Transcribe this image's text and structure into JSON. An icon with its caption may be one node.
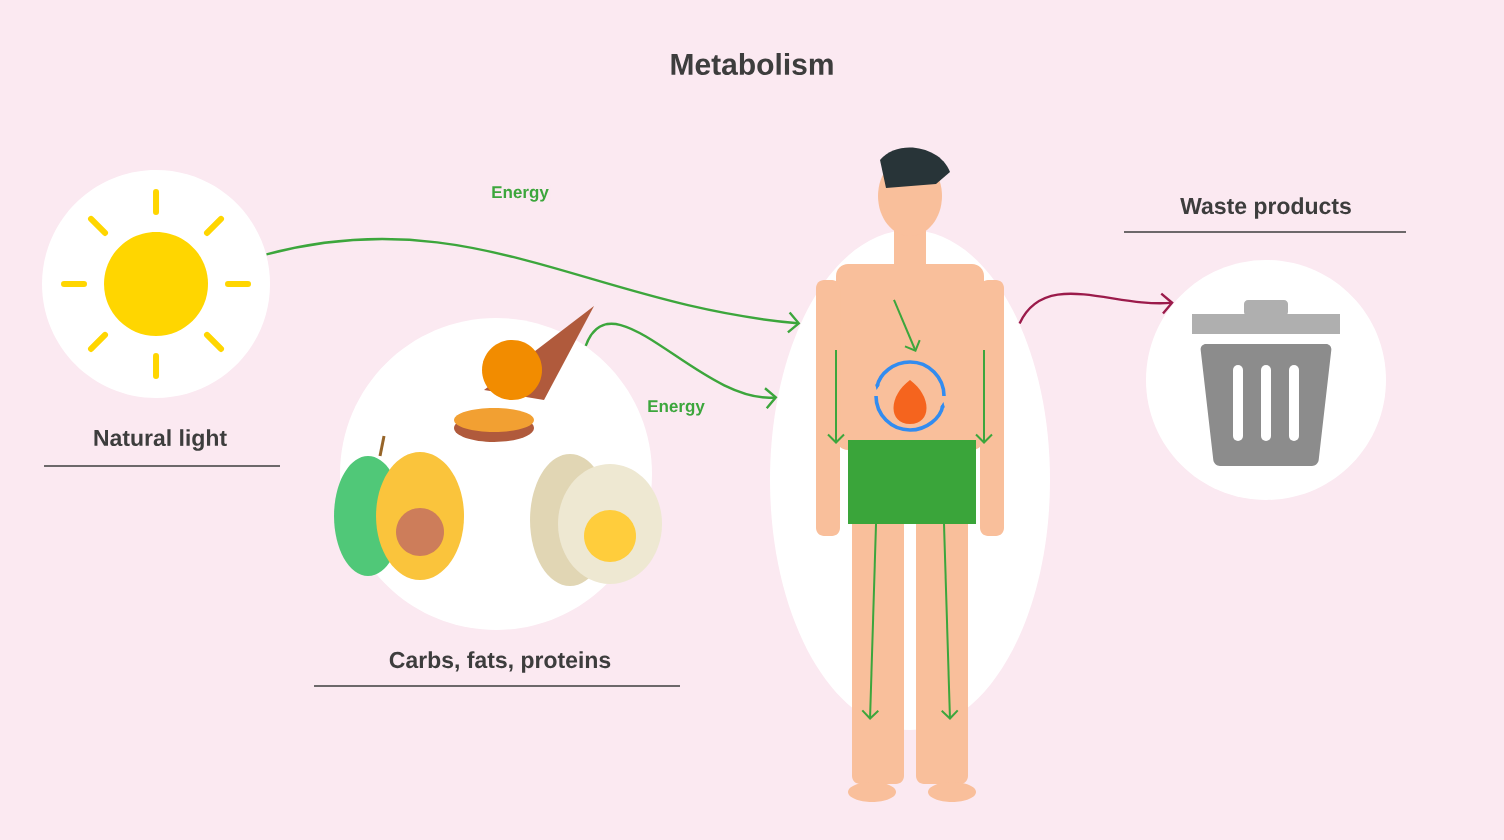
{
  "diagram": {
    "title": "Metabolism",
    "nodes": [
      {
        "text": [
          "Natural light"
        ]
      },
      {
        "text": [
          "Carbs, fats, proteins"
        ]
      },
      {
        "text": [],
        "shape": "person"
      },
      {
        "text": [
          "Waste products"
        ]
      }
    ],
    "edges": [
      {
        "from": 0,
        "to": 2,
        "arrow": "to",
        "label": "Energy"
      },
      {
        "from": 1,
        "to": 2,
        "arrow": "to",
        "label": "Energy"
      },
      {
        "from": 2,
        "to": 3,
        "arrow": "to",
        "color": "#9b1b4b"
      }
    ]
  }
}
